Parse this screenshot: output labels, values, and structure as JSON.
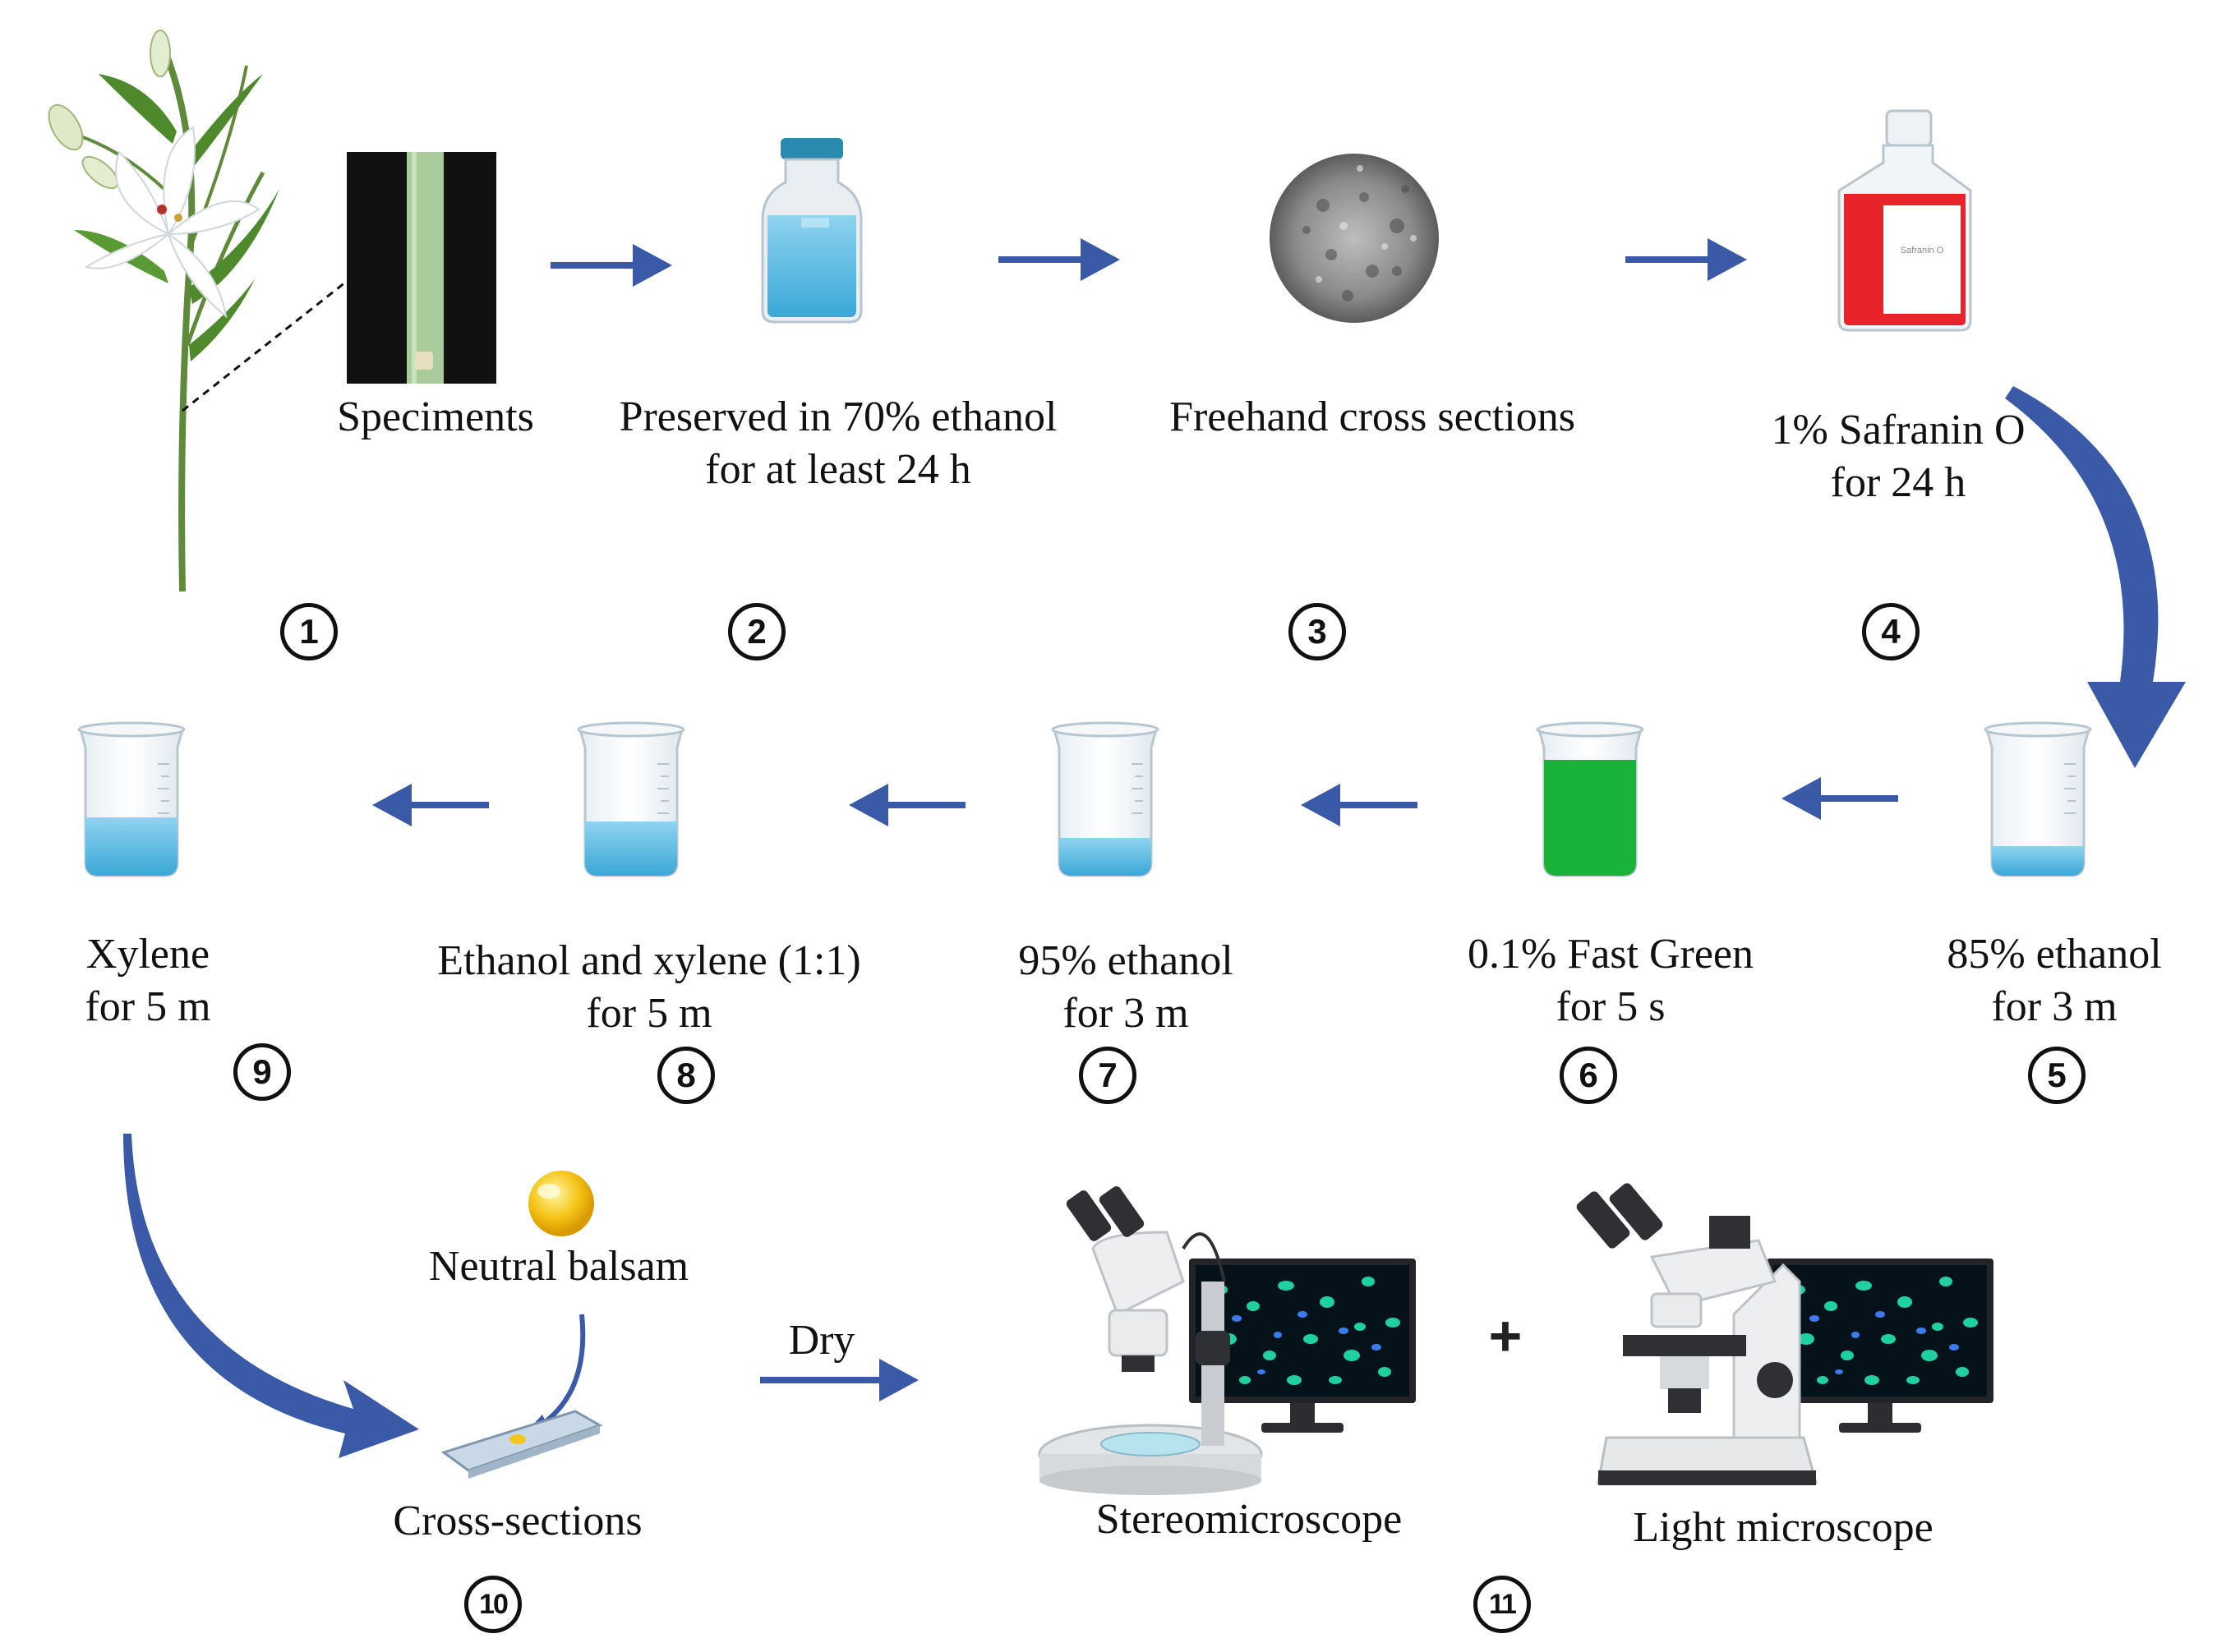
{
  "steps": [
    {
      "id": 1,
      "number": "1",
      "lines": [
        "Speciments"
      ]
    },
    {
      "id": 2,
      "number": "2",
      "lines": [
        "Preserved in 70% ethanol",
        "for at least 24 h"
      ]
    },
    {
      "id": 3,
      "number": "3",
      "lines": [
        "Freehand cross sections"
      ]
    },
    {
      "id": 4,
      "number": "4",
      "lines": [
        "1% Safranin O",
        "for 24 h"
      ]
    },
    {
      "id": 5,
      "number": "5",
      "lines": [
        "85% ethanol",
        "for 3 m"
      ]
    },
    {
      "id": 6,
      "number": "6",
      "lines": [
        "0.1% Fast Green",
        "for 5 s"
      ]
    },
    {
      "id": 7,
      "number": "7",
      "lines": [
        "95% ethanol",
        "for 3 m"
      ]
    },
    {
      "id": 8,
      "number": "8",
      "lines": [
        "Ethanol and xylene (1:1)",
        "for 5 m"
      ]
    },
    {
      "id": 9,
      "number": "9",
      "lines": [
        "Xylene",
        "for 5 m"
      ]
    },
    {
      "id": 10,
      "number": "10",
      "lines": [
        "Cross-sections"
      ]
    },
    {
      "id": 11,
      "number": "11",
      "lines": []
    }
  ],
  "extra_labels": {
    "neutral_balsam": "Neutral balsam",
    "dry": "Dry",
    "stereomicroscope": "Stereomicroscope",
    "light_microscope": "Light microscope",
    "plus": "+",
    "bottle_label": "Safranin O"
  },
  "colors": {
    "arrow": "#3a5aa8",
    "ethanol_blue": "#4fb8e0",
    "safranin_red": "#e8232a",
    "fast_green": "#1ab33a",
    "balsam_yellow": "#f5c518",
    "number_ring": "#111111"
  }
}
